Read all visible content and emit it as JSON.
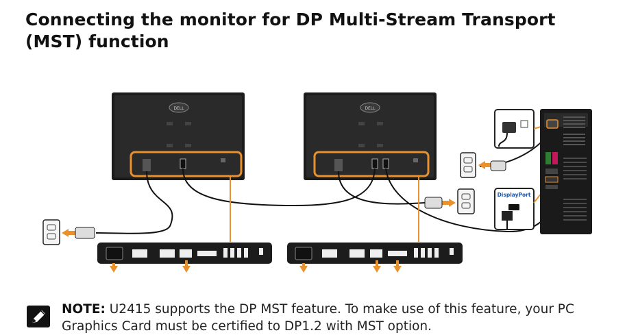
{
  "title": "Connecting the monitor for DP Multi-Stream Transport (MST) function",
  "diagram": {
    "monitor_logo_1": "DELL",
    "monitor_logo_2": "DELL",
    "callout_label": "DisplayPort"
  },
  "note": {
    "label": "NOTE:",
    "text": " U2415 supports the DP MST feature. To make use of this feature, your PC Graphics Card must be certified to DP1.2 with MST option."
  },
  "icons": {
    "note": "pencil-icon"
  },
  "colors": {
    "accent_orange": "#e8912d",
    "monitor": "#1c1c1c"
  }
}
